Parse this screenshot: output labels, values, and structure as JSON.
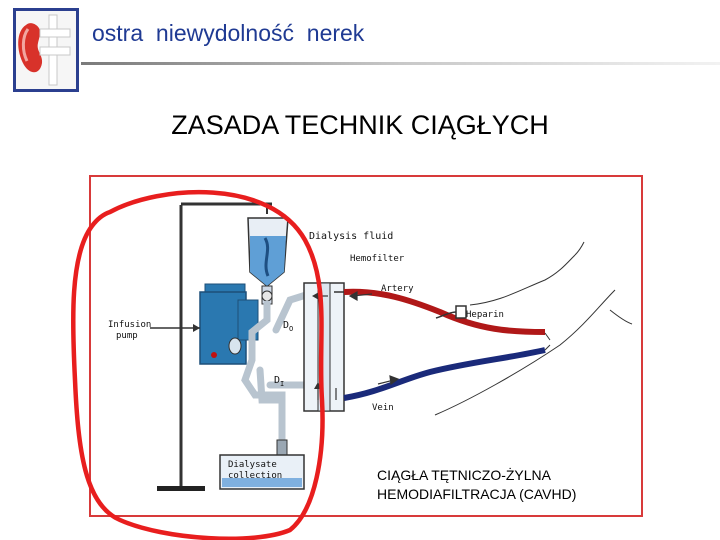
{
  "header": {
    "title": "ostra  niewydolność  nerek"
  },
  "slide": {
    "title": "ZASADA  TECHNIK CIĄGŁYCH"
  },
  "diagram": {
    "labels": {
      "dialysis_fluid": "Dialysis fluid",
      "hemofilter": "Hemofilter",
      "artery": "Artery",
      "heparin": "Heparin",
      "infusion_pump_line1": "Infusion",
      "infusion_pump_line2": "pump",
      "do": "D",
      "do_sub": "O",
      "di": "D",
      "di_sub": "I",
      "vein": "Vein",
      "dialysate_line1": "Dialysate",
      "dialysate_line2": "collection"
    },
    "caption": {
      "line1": "CIĄGŁA TĘTNICZO-ŻYLNA",
      "line2": "HEMODIAFILTRACJA (CAVHD)"
    }
  },
  "colors": {
    "header_text": "#1f3a93",
    "logo_border": "#2b3f8f",
    "frame_border": "#d83a3a",
    "red_marker": "#e81e1e",
    "artery_line": "#b01818",
    "vein_line": "#1a2a7a",
    "pump_blue": "#2a78b0",
    "bag_blue": "#5f9fd6"
  },
  "icons": {
    "logo": "kidney-icon"
  }
}
